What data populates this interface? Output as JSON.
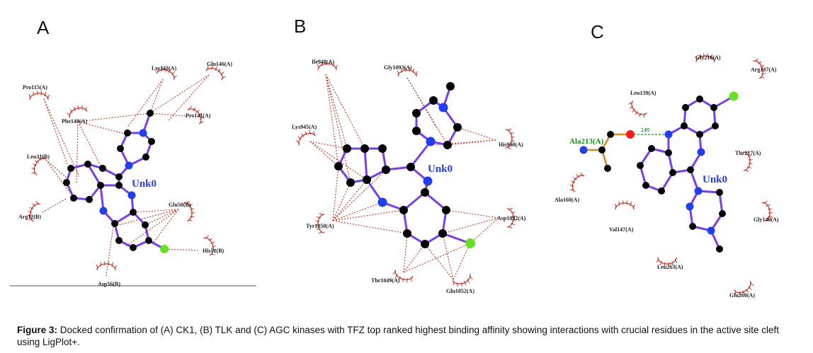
{
  "figure": {
    "panels": [
      {
        "letter": "A",
        "ligand": "Unk0",
        "residues": [
          "Pro115(A)",
          "Lys143(A)",
          "Gln146(A)",
          "Phe149(A)",
          "Pro141(A)",
          "Leu31(B)",
          "Arg12(B)",
          "Glu50(B)",
          "His51(B)",
          "Asp56(B)"
        ]
      },
      {
        "letter": "B",
        "ligand": "Unk0",
        "residues": [
          "Ile948(A)",
          "Gly1093(A)",
          "Lys945(A)",
          "His950(A)",
          "Tyr1050(A)",
          "Asp1092(A)",
          "Thr1049(A)",
          "Glu1052(A)"
        ]
      },
      {
        "letter": "C",
        "ligand": "Unk0",
        "hbond_residue": "Ala213(A)",
        "hbond_distance": "2.85",
        "residues": [
          "Gly216(A)",
          "Arg137(A)",
          "Leu139(A)",
          "Thr217(A)",
          "Ala160(A)",
          "Val147(A)",
          "Gly140(A)",
          "Leu263(A)",
          "Glu260(A)"
        ]
      }
    ]
  },
  "caption": {
    "label": "Figure 3:",
    "text": " Docked confirmation of (A) CK1, (B) TLK and (C) AGC kinases with TFZ top ranked highest binding affinity showing interactions with crucial residues in the active site cleft using LigPlot+."
  },
  "colors": {
    "bond": "#7a3ee6",
    "carbon": "#000000",
    "nitrogen": "#1f3ff0",
    "oxygen": "#ff1a1a",
    "chlorine": "#66e020",
    "hydrophobic": "#c0392b",
    "hbond": "#1a8a1a"
  }
}
